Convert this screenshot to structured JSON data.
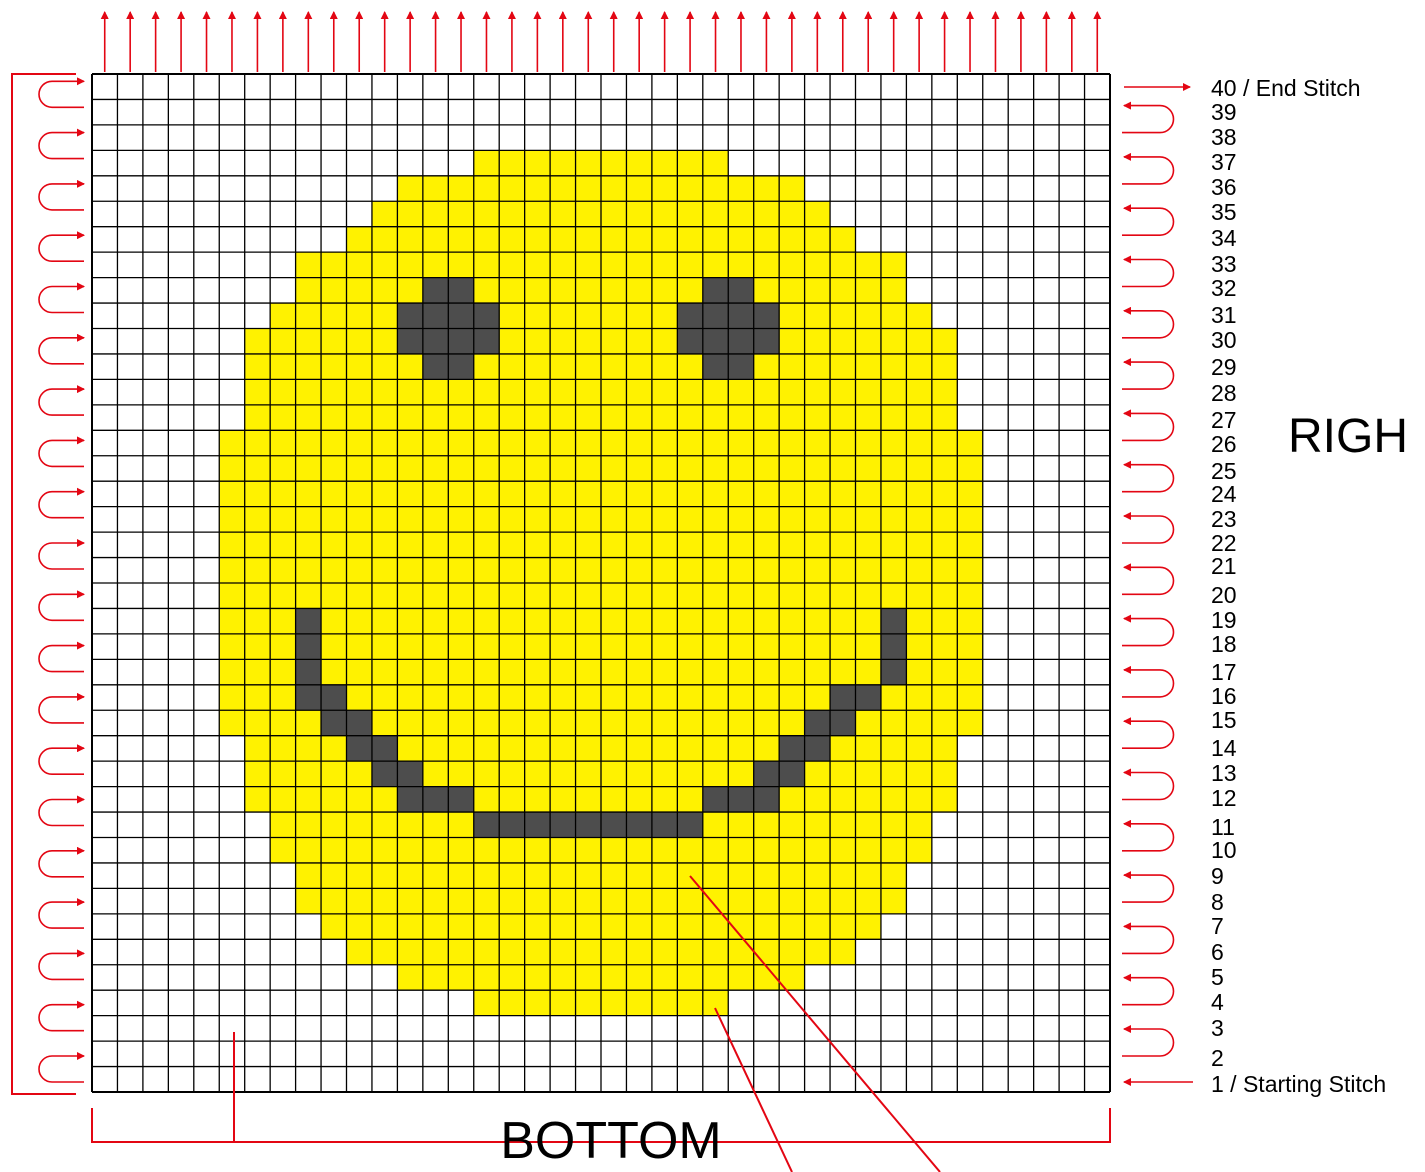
{
  "chart_data": {
    "type": "heatmap",
    "grid": {
      "columns": 40,
      "rows": 40
    },
    "colors": {
      "white": "#ffffff",
      "yellow": "#fff200",
      "gray": "#4d4d4d",
      "grid_line": "#000000",
      "annotation": "#e30613"
    },
    "rows_from_top": [
      "........................................",
      "........................................",
      "........................................",
      "...............YYYYYYYYYY...............",
      "............YYYYYYYYYYYYYYYY............",
      "...........YYYYYYYYYYYYYYYYYY...........",
      "..........YYYYYYYYYYYYYYYYYYYY..........",
      "........YYYYYYYYYYYYYYYYYYYYYYYY........",
      "........YYYYYYYYYYYYYYYYYYYYYYYY........",
      ".......YYYYYYYYYYYYYYYYYYYYYYYYYY.......",
      "......YYYYYYYYYYYYYYYYYYYYYYYYYYYY......",
      "......YYYYYYYYYYYYYYYYYYYYYYYYYYYY......",
      "......YYYYYYYYYYYYYYYYYYYYYYYYYYYY......",
      "......YYYYYYYYYYYYYYYYYYYYYYYYYYYY......",
      ".....YYYYYYYYYYYYYYYYYYYYYYYYYYYYYY.....",
      ".....YYYYYYYYYYYYYYYYYYYYYYYYYYYYYY.....",
      ".....YYYYYYYYYYYYYYYYYYYYYYYYYYYYYY.....",
      ".....YYYYYYYYYYYYYYYYYYYYYYYYYYYYYY.....",
      ".....YYYYYYYYYYYYYYYYYYYYYYYYYYYYYY.....",
      ".....YYYYYYYYYYYYYYYYYYYYYYYYYYYYYY.....",
      ".....YYYYYYYYYYYYYYYYYYYYYYYYYYYYYY.....",
      ".....YYYYYYYYYYYYYYYYYYYYYYYYYYYYYY.....",
      ".....YYYYYYYYYYYYYYYYYYYYYYYYYYYYYY.....",
      ".....YYYYYYYYYYYYYYYYYYYYYYYYYYYYYY.....",
      ".....YYYYYYYYYYYYYYYYYYYYYYYYYYYYYY.....",
      ".....YYYYYYYYYYYYYYYYYYYYYYYYYYYYYY.....",
      "......YYYYYYYYYYYYYYYYYYYYYYYYYYYY......",
      "......YYYYYYYYYYYYYYYYYYYYYYYYYYYY......",
      "......YYYYYYYYYYYYYYYYYYYYYYYYYYYY......",
      ".......YYYYYYYYYYYYYYYYYYYYYYYYYY.......",
      ".......YYYYYYYYYYYYYYYYYYYYYYYYYY.......",
      "........YYYYYYYYYYYYYYYYYYYYYYYY........",
      "........YYYYYYYYYYYYYYYYYYYYYYYY........",
      ".........YYYYYYYYYYYYYYYYYYYYYY.........",
      "..........YYYYYYYYYYYYYYYYYYYY..........",
      "............YYYYYYYYYYYYYYYY............",
      "...............YYYYYYYYYY...............",
      "........................................",
      "........................................",
      "........................................"
    ],
    "gray_cells": [
      [
        11,
        13
      ],
      [
        11,
        14
      ],
      [
        10,
        12
      ],
      [
        10,
        13
      ],
      [
        10,
        14
      ],
      [
        10,
        15
      ],
      [
        9,
        12
      ],
      [
        9,
        13
      ],
      [
        9,
        14
      ],
      [
        9,
        15
      ],
      [
        8,
        13
      ],
      [
        8,
        14
      ],
      [
        11,
        24
      ],
      [
        11,
        25
      ],
      [
        10,
        23
      ],
      [
        10,
        24
      ],
      [
        10,
        25
      ],
      [
        10,
        26
      ],
      [
        9,
        23
      ],
      [
        9,
        24
      ],
      [
        9,
        25
      ],
      [
        9,
        26
      ],
      [
        8,
        24
      ],
      [
        8,
        25
      ],
      [
        21,
        8
      ],
      [
        22,
        8
      ],
      [
        23,
        8
      ],
      [
        24,
        8
      ],
      [
        24,
        9
      ],
      [
        25,
        9
      ],
      [
        25,
        10
      ],
      [
        26,
        10
      ],
      [
        26,
        11
      ],
      [
        27,
        11
      ],
      [
        27,
        12
      ],
      [
        28,
        12
      ],
      [
        28,
        13
      ],
      [
        28,
        14
      ],
      [
        29,
        15
      ],
      [
        29,
        16
      ],
      [
        29,
        17
      ],
      [
        29,
        18
      ],
      [
        29,
        19
      ],
      [
        29,
        20
      ],
      [
        29,
        21
      ],
      [
        29,
        22
      ],
      [
        29,
        23
      ],
      [
        28,
        24
      ],
      [
        28,
        25
      ],
      [
        28,
        26
      ],
      [
        27,
        26
      ],
      [
        27,
        27
      ],
      [
        26,
        27
      ],
      [
        26,
        28
      ],
      [
        25,
        28
      ],
      [
        25,
        29
      ],
      [
        24,
        29
      ],
      [
        24,
        30
      ],
      [
        23,
        31
      ],
      [
        22,
        31
      ],
      [
        21,
        31
      ]
    ],
    "row_numbers": [
      "1 / Starting Stitch",
      "2",
      "3",
      "4",
      "5",
      "6",
      "7",
      "8",
      "9",
      "10",
      "11",
      "12",
      "13",
      "14",
      "15",
      "16",
      "17",
      "18",
      "19",
      "20",
      "21",
      "22",
      "23",
      "24",
      "25",
      "26",
      "27",
      "28",
      "29",
      "30",
      "31",
      "32",
      "33",
      "34",
      "35",
      "36",
      "37",
      "38",
      "39",
      "40 / End Stitch"
    ],
    "side_label": "RIGH",
    "bottom_label": "BOTTOM"
  }
}
